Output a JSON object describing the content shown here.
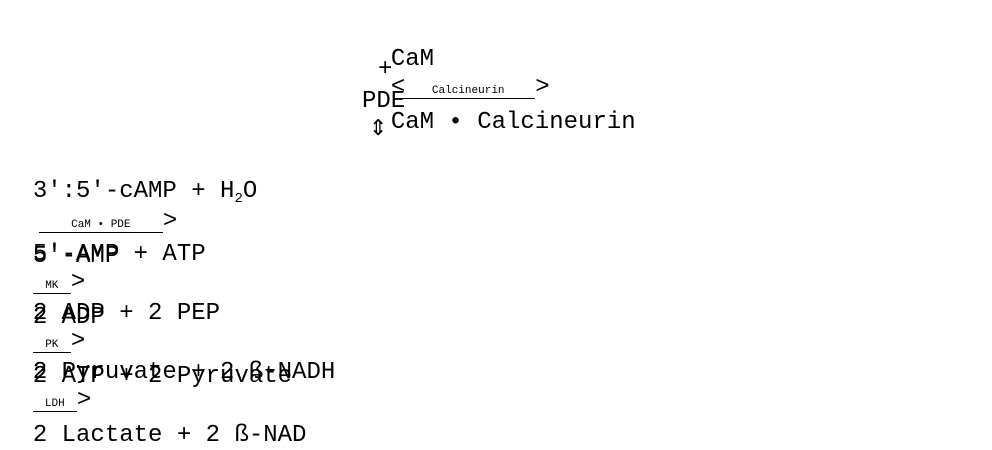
{
  "top_reaction": {
    "left": "CaM",
    "arrow_label": "Calcineurin",
    "right": "CaM • Calcineurin",
    "plus": "+",
    "below": "PDE",
    "double_arrow": "⇕"
  },
  "reaction_1": {
    "left_a": "3':5'-cAMP + H",
    "subscript": "2",
    "left_b": "O",
    "arrow_label": "CaM • PDE",
    "right": "5'-AMP"
  },
  "reaction_2": {
    "left": "5'-AMP + ATP",
    "arrow_label": "MK",
    "right": "2 ADP"
  },
  "reaction_3": {
    "left": "2 ADP + 2 PEP",
    "arrow_label": "PK",
    "right": "2 ATP + 2 Pyruvate"
  },
  "reaction_4": {
    "left": "2 Pyruvate + 2 ß-NADH",
    "arrow_label": "LDH",
    "right": "2 Lactate + 2 ß-NAD"
  }
}
